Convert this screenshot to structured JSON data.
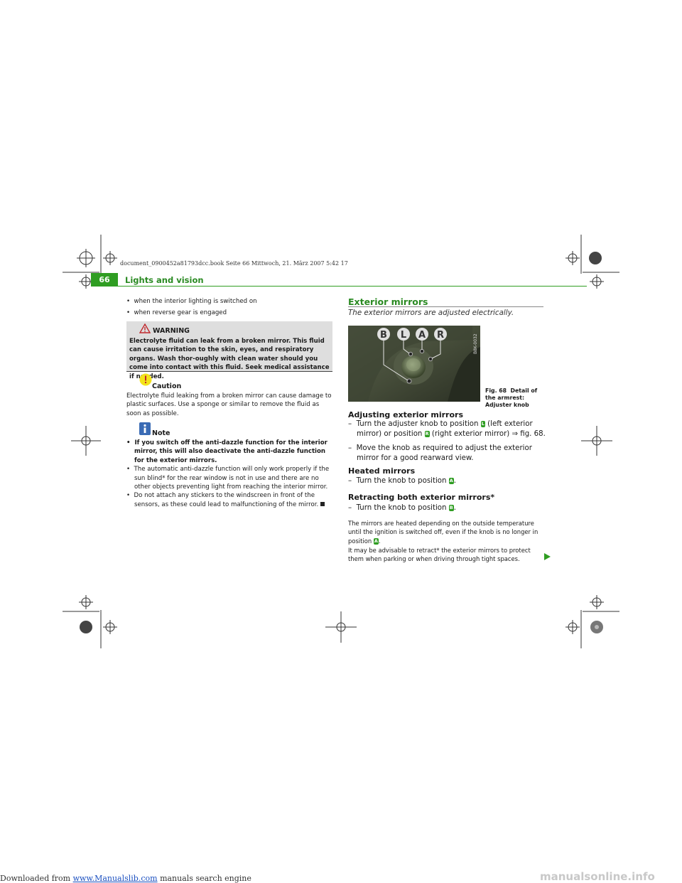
{
  "footer": {
    "downloaded": "Downloaded from",
    "link": "www.Manualslib.com",
    "suffix": "manuals search engine",
    "watermark": "manualsonline.info"
  },
  "print_info": "document_0900452a81793dcc.book  Seite 66  Mittwoch, 21. März 2007  5:42 17",
  "header": {
    "section_title": "Lights and vision",
    "page_number": "66"
  },
  "left": {
    "bullets": [
      "when the interior lighting is switched on",
      "when reverse gear is engaged"
    ],
    "warning": {
      "title": "WARNING",
      "text": "Electrolyte fluid can leak from a broken mirror. This fluid can cause irritation to the skin, eyes, and respiratory organs. Wash thor-oughly with clean water should you come into contact with this fluid. Seek medical assistance if needed."
    },
    "caution": {
      "title": "Caution",
      "text": "Electrolyte fluid leaking from a broken mirror can cause damage to plastic surfaces. Use a sponge or similar to remove the fluid as soon as possible."
    },
    "note": {
      "title": "Note",
      "items": [
        "If you switch off the anti-dazzle function for the interior mirror, this will also deactivate the anti-dazzle function for the exterior mirrors.",
        "The automatic anti-dazzle function will only work properly if the sun blind* for the rear window is not in use and there are no other objects preventing light from reaching the interior mirror.",
        "Do not attach any stickers to the windscreen in front of the sensors, as these could lead to malfunctioning of the mirror."
      ]
    }
  },
  "right": {
    "title": "Exterior mirrors",
    "subtitle": "The exterior mirrors are adjusted electrically.",
    "figure": {
      "labels": [
        "B",
        "L",
        "A",
        "R"
      ],
      "code": "B8K-0032",
      "caption_num": "Fig. 68",
      "caption": "Detail of the armrest: Adjuster knob"
    },
    "adjusting": {
      "title": "Adjusting exterior mirrors",
      "step1_a": "Turn the adjuster knob to position",
      "step1_b": "(left exterior mirror)",
      "step1_c": "or position",
      "step1_d": "(right exterior mirror)",
      "step1_ref": "⇒ fig. 68.",
      "step2": "Move the knob as required to adjust the exterior mirror for a good rearward view."
    },
    "heated": {
      "title": "Heated mirrors",
      "step": "Turn the knob to position"
    },
    "retracting": {
      "title": "Retracting both exterior mirrors*",
      "step": "Turn the knob to position"
    },
    "info1": "The mirrors are heated depending on the outside temperature until the ignition is switched off, even if the knob is no longer in position",
    "info2": "It may be advisable to retract* the exterior mirrors to protect them when parking or when driving through tight spaces.",
    "pos_L": "L",
    "pos_R": "R",
    "pos_A": "A",
    "pos_B": "B"
  }
}
